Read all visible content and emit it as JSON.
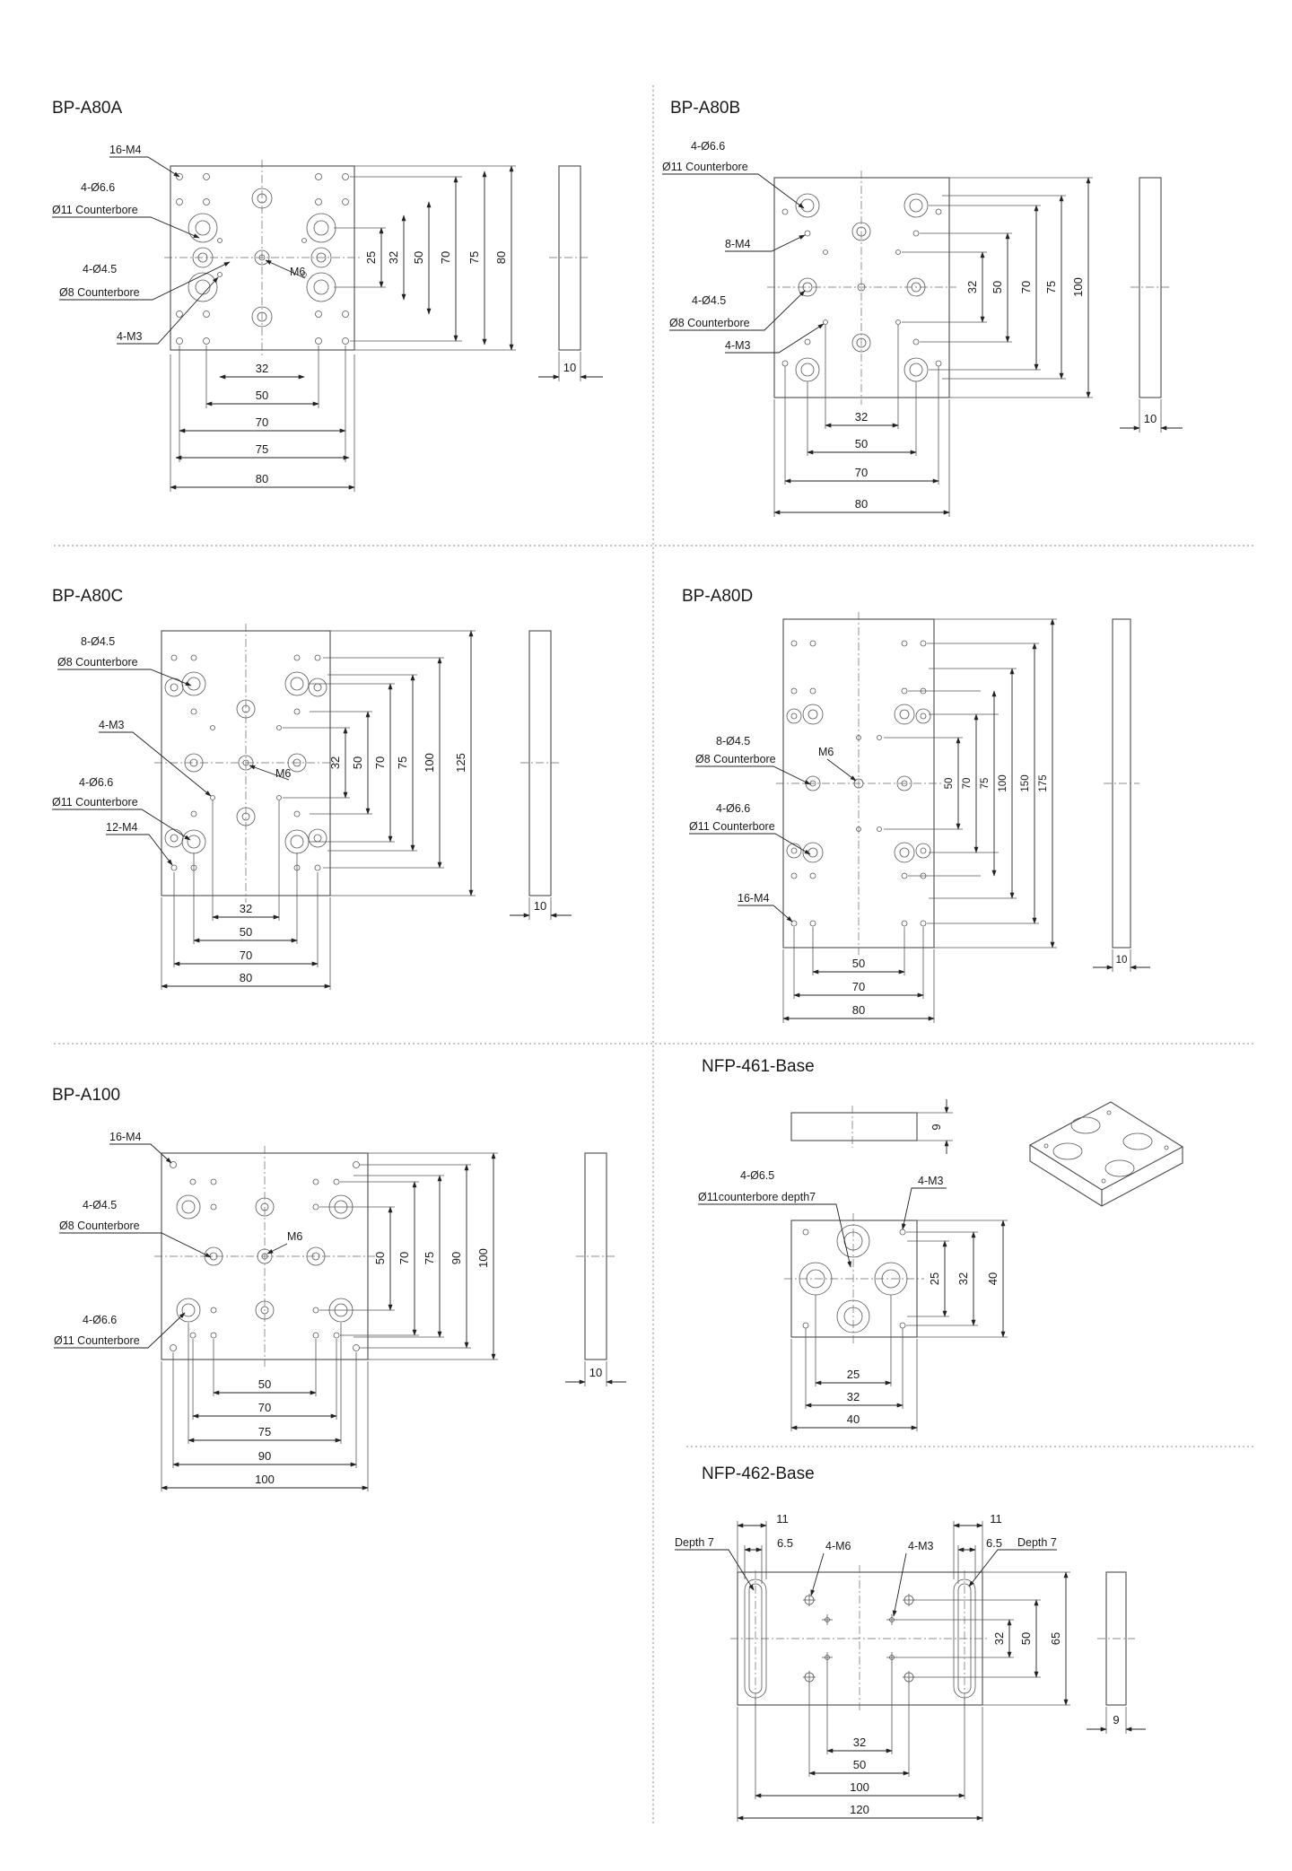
{
  "colors": {
    "ink": "#1a1a1a",
    "line": "#4a4a4a",
    "separator": "#8a8a8a",
    "background": "#ffffff"
  },
  "panels": {
    "a80a": {
      "title": "BP-A80A",
      "callouts": [
        "16-M4",
        "4-Ø6.6",
        "Ø11 Counterbore",
        "4-Ø4.5",
        "Ø8 Counterbore",
        "4-M3",
        "M6"
      ],
      "h_dims": [
        "32",
        "50",
        "70",
        "75",
        "80"
      ],
      "v_dims": [
        "25",
        "32",
        "50",
        "70",
        "75",
        "80"
      ],
      "thickness": "10"
    },
    "a80b": {
      "title": "BP-A80B",
      "callouts": [
        "4-Ø6.6",
        "Ø11 Counterbore",
        "8-M4",
        "4-Ø4.5",
        "Ø8 Counterbore",
        "4-M3"
      ],
      "h_dims": [
        "32",
        "50",
        "70",
        "80"
      ],
      "v_dims": [
        "32",
        "50",
        "70",
        "75",
        "100"
      ],
      "thickness": "10"
    },
    "a80c": {
      "title": "BP-A80C",
      "callouts": [
        "8-Ø4.5",
        "Ø8 Counterbore",
        "4-M3",
        "4-Ø6.6",
        "Ø11 Counterbore",
        "12-M4",
        "M6"
      ],
      "h_dims": [
        "32",
        "50",
        "70",
        "80"
      ],
      "v_dims": [
        "32",
        "50",
        "70",
        "75",
        "100",
        "125"
      ],
      "thickness": "10"
    },
    "a80d": {
      "title": "BP-A80D",
      "callouts": [
        "8-Ø4.5",
        "Ø8 Counterbore",
        "M6",
        "4-Ø6.6",
        "Ø11 Counterbore",
        "16-M4"
      ],
      "h_dims": [
        "50",
        "70",
        "80"
      ],
      "v_dims": [
        "50",
        "70",
        "75",
        "100",
        "150",
        "175"
      ],
      "thickness": "10"
    },
    "a100": {
      "title": "BP-A100",
      "callouts": [
        "16-M4",
        "4-Ø4.5",
        "Ø8 Counterbore",
        "M6",
        "4-Ø6.6",
        "Ø11 Counterbore"
      ],
      "h_dims": [
        "50",
        "70",
        "75",
        "90",
        "100"
      ],
      "v_dims": [
        "50",
        "70",
        "75",
        "90",
        "100"
      ],
      "thickness": "10"
    },
    "nfp461": {
      "title": "NFP-461-Base",
      "callouts": [
        "4-Ø6.5",
        "Ø11counterbore depth7",
        "4-M3"
      ],
      "h_dims": [
        "25",
        "32",
        "40"
      ],
      "v_dims": [
        "25",
        "32",
        "40"
      ],
      "thickness": "9"
    },
    "nfp462": {
      "title": "NFP-462-Base",
      "callouts": [
        "Depth 7",
        "4-M6",
        "4-M3",
        "Depth 7"
      ],
      "top_dims": [
        "11",
        "6.5",
        "11",
        "6.5"
      ],
      "h_dims": [
        "32",
        "50",
        "100",
        "120"
      ],
      "v_dims": [
        "32",
        "50",
        "65"
      ],
      "thickness": "9"
    }
  }
}
